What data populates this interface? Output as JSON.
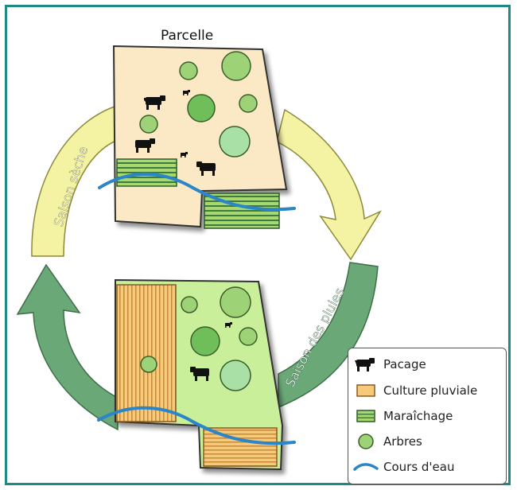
{
  "diagram": {
    "plot_title": "Parcelle",
    "dry_season_label": "Saison sèche",
    "rainy_season_label": "Saison des pluies"
  },
  "legend": {
    "items": [
      {
        "icon": "cattle-icon",
        "label": "Pacage"
      },
      {
        "icon": "rainfed-crop-icon",
        "label": "Culture pluviale"
      },
      {
        "icon": "market-garden-icon",
        "label": "Maraîchage"
      },
      {
        "icon": "tree-icon",
        "label": "Arbres"
      },
      {
        "icon": "watercourse-icon",
        "label": "Cours d'eau"
      }
    ]
  },
  "colors": {
    "frame": "#1e8a82",
    "dry_arrow": "#f4f3a4",
    "rainy_arrow": "#6aa878",
    "dry_plot": "#fbe9c6",
    "rainy_plot": "#c9ef9b",
    "water": "#2a86c8"
  }
}
